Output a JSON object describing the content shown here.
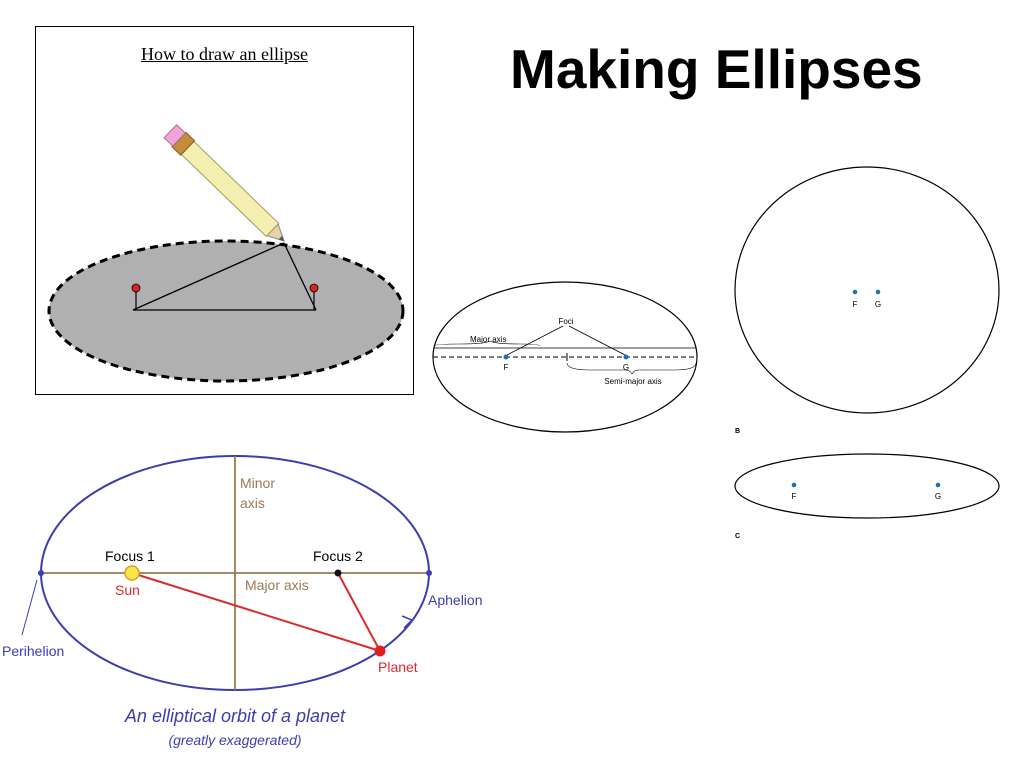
{
  "slide": {
    "title": "Making Ellipses"
  },
  "draw_panel": {
    "caption": "How to draw an ellipse"
  },
  "axes_diagram": {
    "foci_label": "Foci",
    "major_axis_label": "Major axis",
    "focus_f": "F",
    "focus_g": "G",
    "semi_major_label": "Semi-major axis"
  },
  "circle_diagram": {
    "focus_f": "F",
    "focus_g": "G",
    "panel_b_label": "B"
  },
  "flat_ellipse": {
    "focus_f": "F",
    "focus_g": "G",
    "panel_c_label": "C"
  },
  "orbit_diagram": {
    "minor_axis_line1": "Minor",
    "minor_axis_line2": "axis",
    "focus1": "Focus 1",
    "focus2": "Focus 2",
    "sun": "Sun",
    "major_axis": "Major axis",
    "aphelion": "Aphelion",
    "perihelion": "Perihelion",
    "planet": "Planet",
    "caption": "An elliptical orbit of a planet",
    "subcaption": "(greatly exaggerated)"
  },
  "colors": {
    "orbit_line": "#3d3db0",
    "axis_brown": "#9b7a55",
    "string_red": "#d92b2b",
    "sun_yellow": "#f7e64a",
    "focus_blue": "#1f6fb5",
    "ellipse_fill": "#b0b0b0",
    "pencil_body": "#f3efb0",
    "eraser_pink": "#f0a5d8"
  }
}
